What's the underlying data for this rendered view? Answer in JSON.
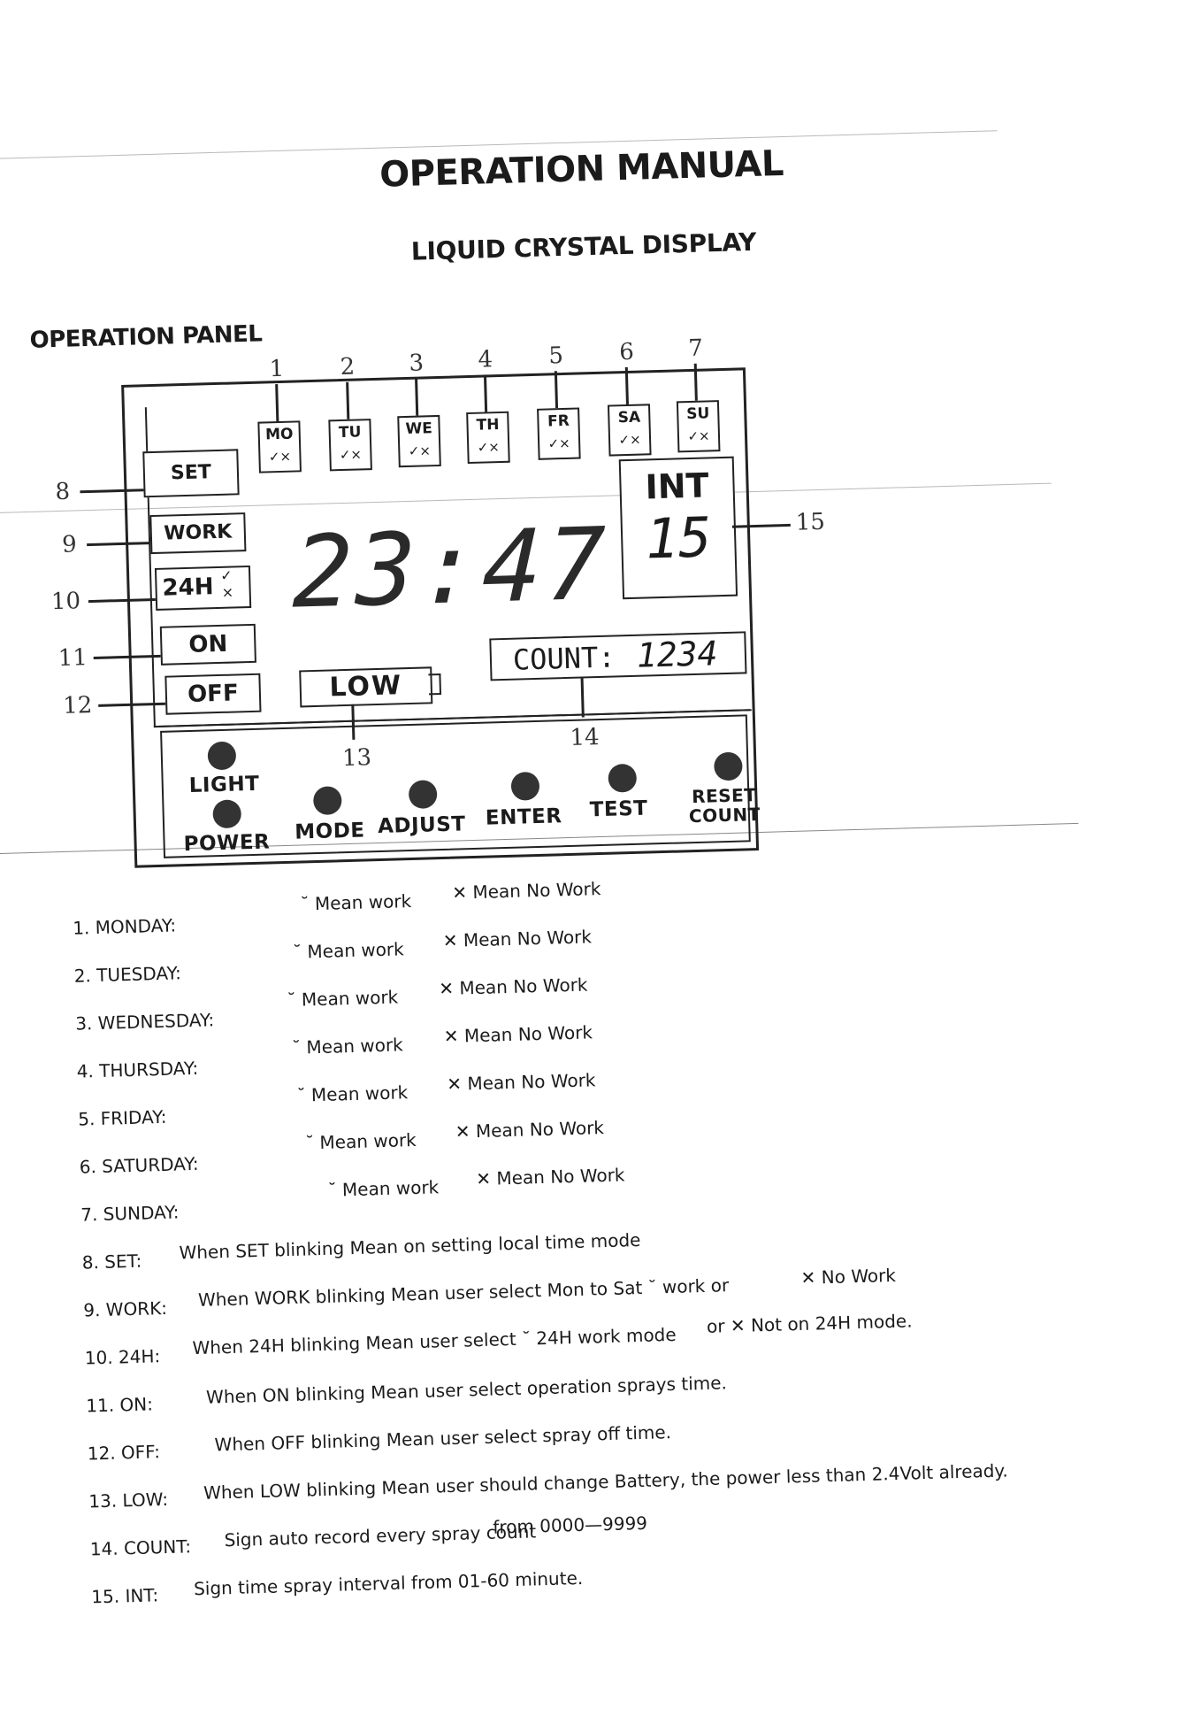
{
  "header": {
    "title": "OPERATION MANUAL",
    "subtitle": "LIQUID CRYSTAL DISPLAY",
    "panel_heading": "OPERATION PANEL"
  },
  "lcd": {
    "callout_numbers": [
      "1",
      "2",
      "3",
      "4",
      "5",
      "6",
      "7",
      "8",
      "9",
      "10",
      "11",
      "12",
      "13",
      "14",
      "15"
    ],
    "days": [
      {
        "abbr": "MO",
        "marks": "✓×"
      },
      {
        "abbr": "TU",
        "marks": "✓×"
      },
      {
        "abbr": "WE",
        "marks": "✓×"
      },
      {
        "abbr": "TH",
        "marks": "✓×"
      },
      {
        "abbr": "FR",
        "marks": "✓×"
      },
      {
        "abbr": "SA",
        "marks": "✓×"
      },
      {
        "abbr": "SU",
        "marks": "✓×"
      }
    ],
    "set": "SET",
    "work": "WORK",
    "h24": "24H",
    "h24_marks": [
      "✓",
      "×"
    ],
    "on": "ON",
    "off": "OFF",
    "time": "23:47",
    "int_label": "INT",
    "int_value": "15",
    "low": "LOW",
    "count_label": "COUNT:",
    "count_value": "1234"
  },
  "buttons": {
    "light": "LIGHT",
    "power": "POWER",
    "mode": "MODE",
    "adjust": "ADJUST",
    "enter": "ENTER",
    "test": "TEST",
    "reset_line1": "RESET",
    "reset_line2": "COUNT"
  },
  "legend": [
    {
      "num": "1. MONDAY:",
      "a": "˘ Mean work",
      "b": "✕ Mean No Work"
    },
    {
      "num": "2. TUESDAY:",
      "a": "˘ Mean work",
      "b": "✕ Mean No Work"
    },
    {
      "num": "3. WEDNESDAY:",
      "a": "˘ Mean work",
      "b": "✕ Mean No Work"
    },
    {
      "num": "4. THURSDAY:",
      "a": "˘ Mean work",
      "b": "✕ Mean No Work"
    },
    {
      "num": "5. FRIDAY:",
      "a": "˘ Mean work",
      "b": "✕ Mean No Work"
    },
    {
      "num": "6. SATURDAY:",
      "a": "˘ Mean work",
      "b": "✕ Mean No Work"
    },
    {
      "num": "7. SUNDAY:",
      "a": "˘ Mean work",
      "b": "✕ Mean No Work"
    },
    {
      "num": "8. SET:",
      "a": "When SET blinking Mean on setting local time mode",
      "b": ""
    },
    {
      "num": "9. WORK:",
      "a": "When WORK blinking Mean user select Mon to Sat ˘ work or",
      "b": "✕ No Work"
    },
    {
      "num": "10. 24H:",
      "a": "When 24H blinking Mean user select ˘ 24H work mode",
      "b": "or ✕ Not on 24H mode."
    },
    {
      "num": "11. ON:",
      "a": "When ON blinking Mean user select operation sprays time.",
      "b": ""
    },
    {
      "num": "12. OFF:",
      "a": "When OFF blinking Mean user select spray off time.",
      "b": ""
    },
    {
      "num": "13. LOW:",
      "a": "When LOW blinking Mean user should change Battery, the power less than 2.4Volt already.",
      "b": ""
    },
    {
      "num": "14. COUNT:",
      "a": "Sign auto record every spray count",
      "b": "from 0000—9999"
    },
    {
      "num": "15. INT:",
      "a": "Sign time spray interval from 01-60 minute.",
      "b": ""
    }
  ]
}
